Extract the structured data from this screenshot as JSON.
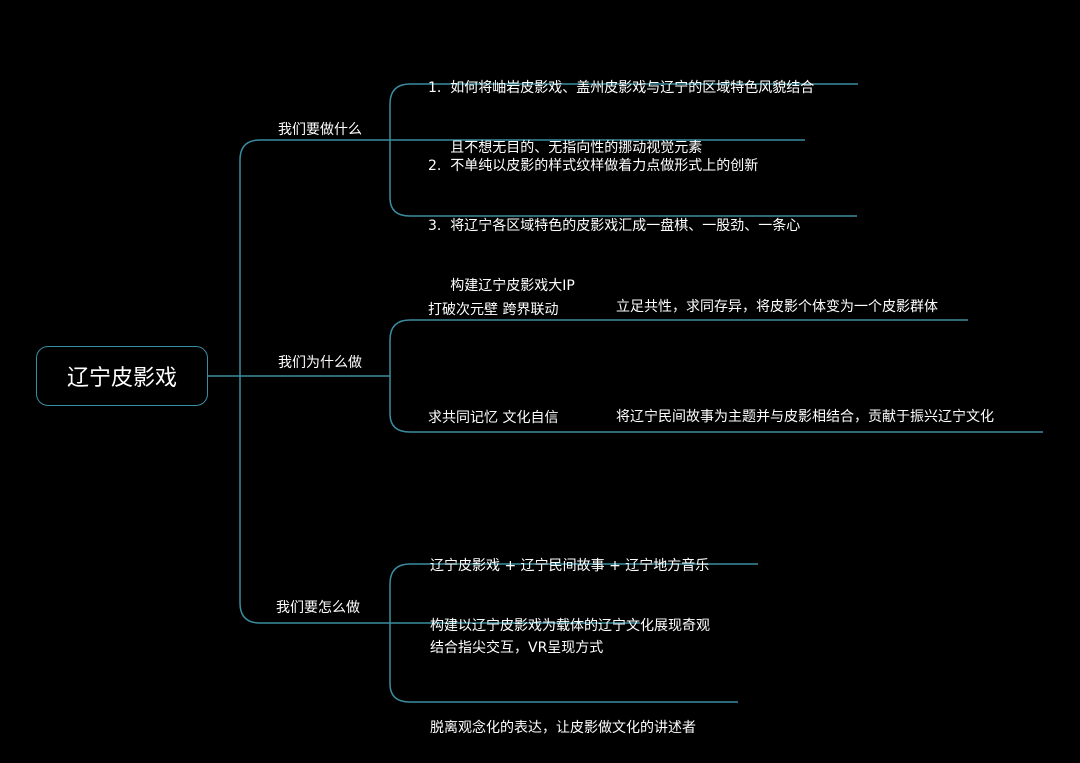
{
  "root": {
    "label": "辽宁皮影戏"
  },
  "branches": [
    {
      "label": "我们要做什么",
      "items": [
        {
          "line1": "1.  如何将岫岩皮影戏、盖州皮影戏与辽宁的区域特色风貌结合",
          "line2": "     且不想无目的、无指向性的挪动视觉元素"
        },
        {
          "line1": "2.  不单纯以皮影的样式纹样做着力点做形式上的创新",
          "line2": ""
        },
        {
          "line1": "3.  将辽宁各区域特色的皮影戏汇成一盘棋、一股劲、一条心",
          "line2": "     构建辽宁皮影戏大IP"
        }
      ]
    },
    {
      "label": "我们为什么做",
      "items": [
        {
          "label": "打破次元壁  跨界联动",
          "detail": "立足共性，求同存异，将皮影个体变为一个皮影群体"
        },
        {
          "label": "求共同记忆  文化自信",
          "detail": "将辽宁民间故事为主题并与皮影相结合，贡献于振兴辽宁文化"
        }
      ]
    },
    {
      "label": "我们要怎么做",
      "items": [
        {
          "line1": "辽宁皮影戏 + 辽宁民间故事 + 辽宁地方音乐",
          "line2": "构建以辽宁皮影戏为载体的辽宁文化展现奇观"
        },
        {
          "line1": "结合指尖交互，VR呈现方式",
          "line2": ""
        },
        {
          "line1": "脱离观念化的表达，让皮影做文化的讲述者",
          "line2": ""
        }
      ]
    }
  ],
  "colors": {
    "line": "#3a8da0",
    "background": "#000000",
    "text": "#ffffff"
  }
}
